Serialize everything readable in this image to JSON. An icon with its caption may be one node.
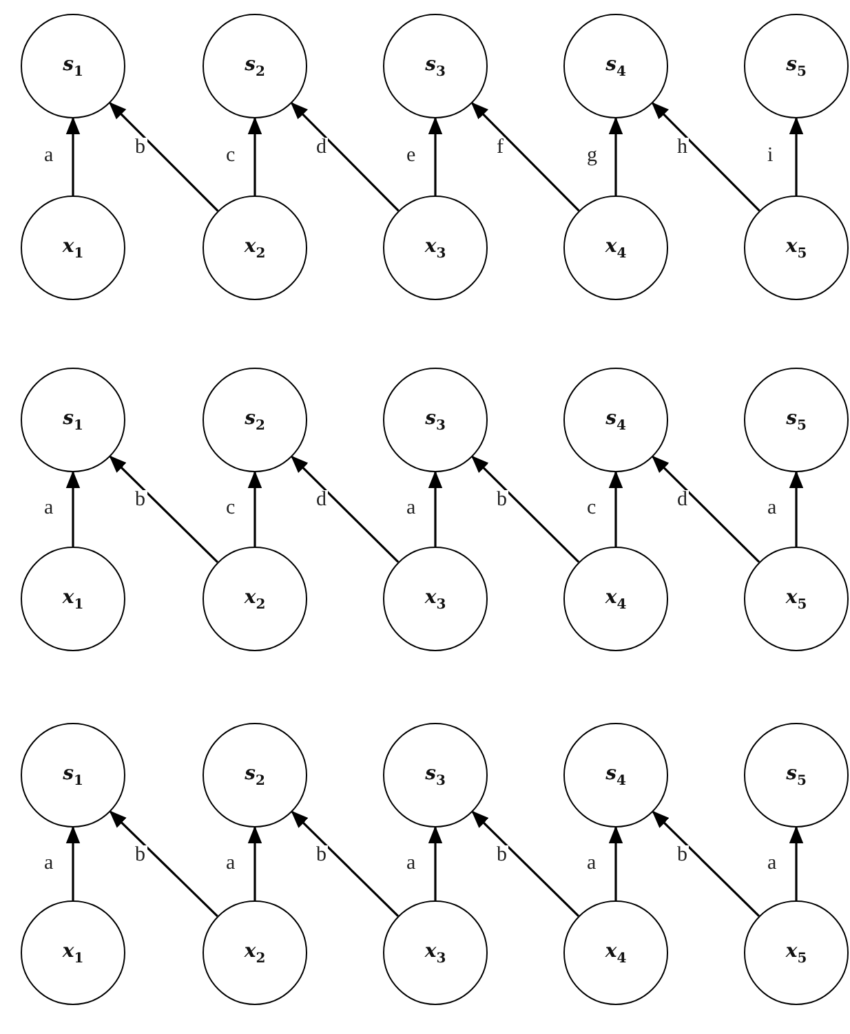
{
  "diagram": {
    "nodes": [
      {
        "text": [
          "s$_{1}$"
        ]
      },
      {
        "text": [
          "s$_{2}$"
        ]
      },
      {
        "text": [
          "s$_{3}$"
        ]
      },
      {
        "text": [
          "s$_{4}$"
        ]
      },
      {
        "text": [
          "s$_{5}$"
        ]
      },
      {
        "text": [
          "x$_{1}$"
        ]
      },
      {
        "text": [
          "x$_{2}$"
        ]
      },
      {
        "text": [
          "x$_{3}$"
        ]
      },
      {
        "text": [
          "x$_{4}$"
        ]
      },
      {
        "text": [
          "x$_{5}$"
        ]
      },
      {
        "text": [
          "s$_{1}$"
        ]
      },
      {
        "text": [
          "s$_{2}$"
        ]
      },
      {
        "text": [
          "s$_{3}$"
        ]
      },
      {
        "text": [
          "s$_{4}$"
        ]
      },
      {
        "text": [
          "s$_{5}$"
        ]
      },
      {
        "text": [
          "x$_{1}$"
        ]
      },
      {
        "text": [
          "x$_{2}$"
        ]
      },
      {
        "text": [
          "x$_{3}$"
        ]
      },
      {
        "text": [
          "x$_{4}$"
        ]
      },
      {
        "text": [
          "x$_{5}$"
        ]
      },
      {
        "text": [
          "s$_{1}$"
        ]
      },
      {
        "text": [
          "s$_{2}$"
        ]
      },
      {
        "text": [
          "s$_{3}$"
        ]
      },
      {
        "text": [
          "s$_{4}$"
        ]
      },
      {
        "text": [
          "s$_{5}$"
        ]
      },
      {
        "text": [
          "x$_{1}$"
        ]
      },
      {
        "text": [
          "x$_{2}$"
        ]
      },
      {
        "text": [
          "x$_{3}$"
        ]
      },
      {
        "text": [
          "x$_{4}$"
        ]
      },
      {
        "text": [
          "x$_{5}$"
        ]
      }
    ],
    "edges": [
      {
        "from": 5,
        "to": 0,
        "arrow": "to",
        "label": "a"
      },
      {
        "from": 6,
        "to": 0,
        "arrow": "to",
        "label": "b"
      },
      {
        "from": 6,
        "to": 1,
        "arrow": "to",
        "label": "c"
      },
      {
        "from": 7,
        "to": 1,
        "arrow": "to",
        "label": "d"
      },
      {
        "from": 7,
        "to": 2,
        "arrow": "to",
        "label": "e"
      },
      {
        "from": 8,
        "to": 2,
        "arrow": "to",
        "label": "f"
      },
      {
        "from": 8,
        "to": 3,
        "arrow": "to",
        "label": "g"
      },
      {
        "from": 9,
        "to": 3,
        "arrow": "to",
        "label": "h"
      },
      {
        "from": 9,
        "to": 4,
        "arrow": "to",
        "label": "i"
      },
      {
        "from": 15,
        "to": 10,
        "arrow": "to",
        "label": "a"
      },
      {
        "from": 16,
        "to": 10,
        "arrow": "to",
        "label": "b"
      },
      {
        "from": 16,
        "to": 11,
        "arrow": "to",
        "label": "c"
      },
      {
        "from": 17,
        "to": 11,
        "arrow": "to",
        "label": "d"
      },
      {
        "from": 17,
        "to": 12,
        "arrow": "to",
        "label": "a"
      },
      {
        "from": 18,
        "to": 12,
        "arrow": "to",
        "label": "b"
      },
      {
        "from": 18,
        "to": 13,
        "arrow": "to",
        "label": "c"
      },
      {
        "from": 19,
        "to": 13,
        "arrow": "to",
        "label": "d"
      },
      {
        "from": 19,
        "to": 14,
        "arrow": "to",
        "label": "a"
      },
      {
        "from": 25,
        "to": 20,
        "arrow": "to",
        "label": "a"
      },
      {
        "from": 26,
        "to": 20,
        "arrow": "to",
        "label": "b"
      },
      {
        "from": 26,
        "to": 21,
        "arrow": "to",
        "label": "a"
      },
      {
        "from": 27,
        "to": 21,
        "arrow": "to",
        "label": "b"
      },
      {
        "from": 27,
        "to": 22,
        "arrow": "to",
        "label": "a"
      },
      {
        "from": 28,
        "to": 22,
        "arrow": "to",
        "label": "b"
      },
      {
        "from": 28,
        "to": 23,
        "arrow": "to",
        "label": "a"
      },
      {
        "from": 29,
        "to": 23,
        "arrow": "to",
        "label": "b"
      },
      {
        "from": 29,
        "to": 24,
        "arrow": "to",
        "label": "a"
      }
    ]
  }
}
